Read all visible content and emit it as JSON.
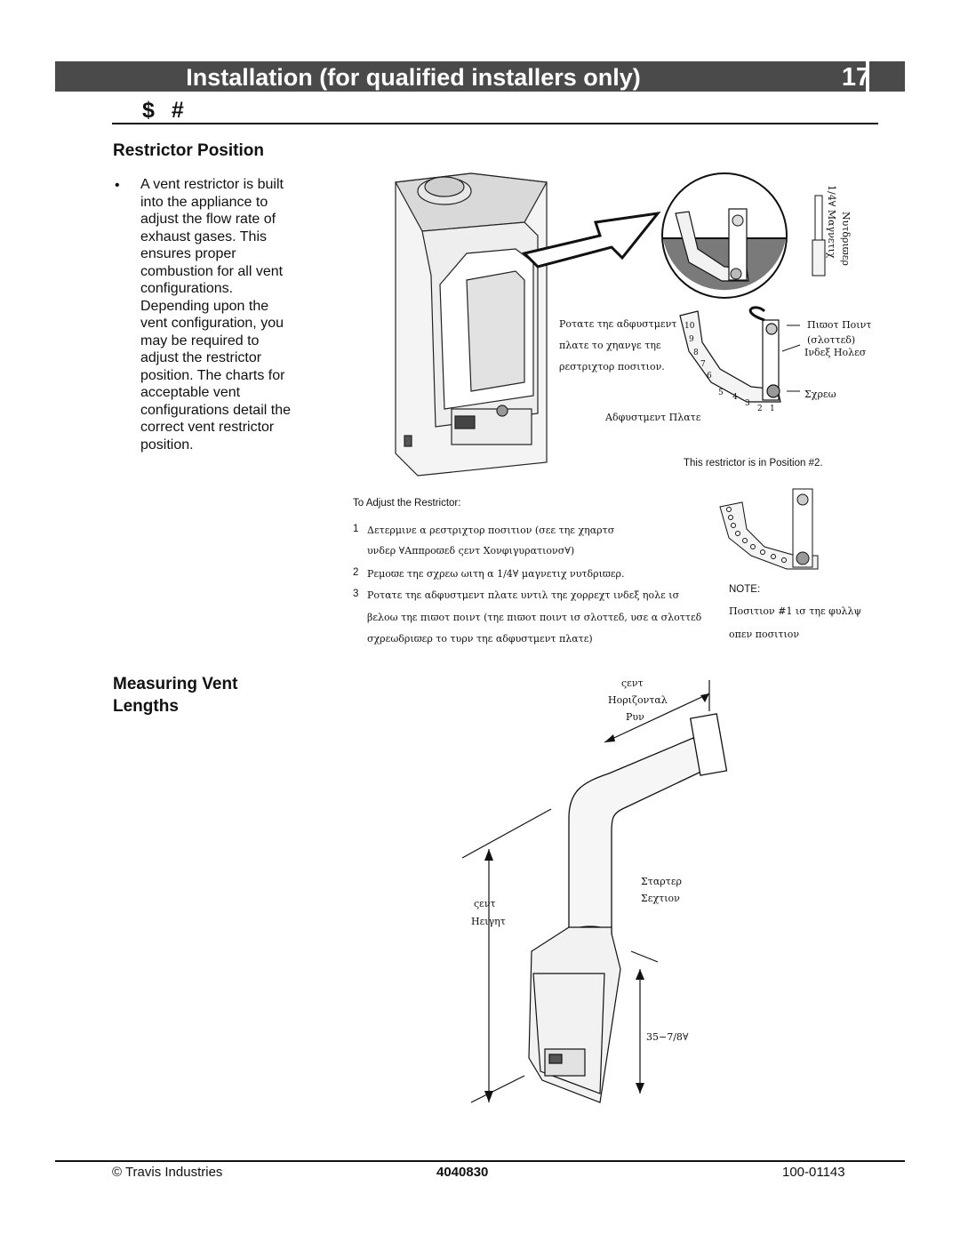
{
  "header": {
    "title": "Installation  (for qualified installers only)",
    "page_number": "17"
  },
  "section_symbols": "$ #",
  "restrictor": {
    "heading": "Restrictor Position",
    "bullet": "•",
    "body_lines": [
      "A vent restrictor is built",
      "into the appliance to",
      "adjust the flow rate of",
      "exhaust gases.  This",
      "ensures proper",
      "combustion for all vent",
      "configurations.",
      "Depending upon the",
      "vent configuration, you",
      "may be required to",
      "adjust the restrictor",
      "position.  The charts for",
      "acceptable  vent",
      "configurations detail the",
      "correct vent restrictor",
      "position."
    ]
  },
  "figure1": {
    "screwdriver_label_1": "1/4∀ Μαγνετιχ",
    "screwdriver_label_2": "Νυτδριϖερ",
    "rotate_line_1": "Ροτατε τηε αδφυστμεντ",
    "rotate_line_2": "πλατε το χηανγε τηε",
    "rotate_line_3": "ρεστριχτορ ποσιτιον.",
    "pilot_point": "Πιϖοτ Ποιντ",
    "slotted": "(σλοττεδ)",
    "index_holes": "Ινδεξ Ηολεσ",
    "screw": "Σχρεω",
    "adjustment_plate": "Αδφυστμεντ Πλατε",
    "numbers": [
      "10",
      "9",
      "8",
      "7",
      "6",
      "5",
      "4",
      "3",
      "2",
      "1"
    ],
    "caption": "This restrictor is in Position  #2."
  },
  "adjust": {
    "title": "To Adjust the Restrictor:",
    "steps": [
      {
        "num": "1",
        "line1": "Δετερμινε α ρεστριχτορ ποσιτιον (σεε τηε χηαρτσ",
        "line2": "υνδερ ∀Αππροϖεδ ςεντ Χονφιγυρατιονσ∀)"
      },
      {
        "num": "2",
        "line1": "Ρεμοϖε τηε σχρεω ωιτη α 1/4∀ μαγνετιχ νυτδριϖερ.",
        "line2": ""
      },
      {
        "num": "3",
        "line1": "Ροτατε τηε αδφυστμεντ πλατε υντιλ τηε χορρεχτ ινδεξ ηολε ισ",
        "line2": "βελοω τηε πιϖοτ ποιντ (τηε πιϖοτ ποιντ ισ σλοττεδ, υσε α σλοττεδ",
        "line3": "σχρεωδριϖερ το τυρν τηε αδφυστμεντ πλατε)"
      }
    ],
    "note_label": "NOTE:",
    "note_line1": "Ποσιτιον #1 ισ τηε φυλλψ",
    "note_line2": "οπεν ποσιτιον"
  },
  "measuring": {
    "heading_line1": "Measuring Vent",
    "heading_line2": "Lengths",
    "vent_h_1": "ςεντ",
    "vent_h_2": "Ηοριζονταλ",
    "vent_h_3": "Ρυν",
    "vent_height_1": "ςεντ",
    "vent_height_2": "Ηειγητ",
    "starter_1": "Σταρτερ",
    "starter_2": "Σεχτιον",
    "dimension": "35−7/8∀"
  },
  "footer": {
    "left": "© Travis Industries",
    "center": "4040830",
    "right": "100-01143"
  }
}
